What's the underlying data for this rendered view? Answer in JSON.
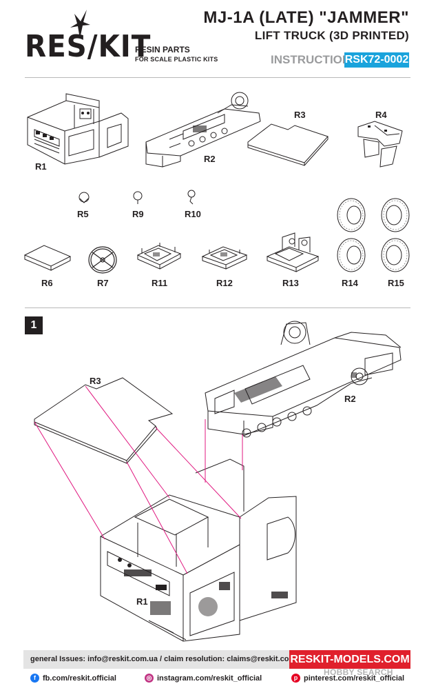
{
  "brand": {
    "logo_text": "RES/KIT",
    "subtitle_line1": "RESIN PARTS",
    "subtitle_line2": "FOR SCALE PLASTIC KITS"
  },
  "header": {
    "title_line1": "MJ-1A (LATE) \"JAMMER\"",
    "title_line2": "LIFT TRUCK (3D PRINTED)",
    "instruction_label": "INSTRUCTION",
    "code": "RSK72-0002"
  },
  "parts": {
    "r1": "R1",
    "r2": "R2",
    "r3": "R3",
    "r4": "R4",
    "r5": "R5",
    "r9": "R9",
    "r10": "R10",
    "r6": "R6",
    "r7": "R7",
    "r11": "R11",
    "r12": "R12",
    "r13": "R13",
    "r14": "R14",
    "r15": "R15"
  },
  "step": {
    "number": "1",
    "label_r3": "R3",
    "label_r2": "R2",
    "label_r1": "R1"
  },
  "footer": {
    "issues_text": "general Issues: info@reskit.com.ua / claim resolution: claims@reskit.com.ua",
    "website": "RESKIT-MODELS.COM",
    "facebook": "fb.com/reskit.official",
    "instagram": "instagram.com/reskit_official",
    "pinterest": "pinterest.com/reskit_official",
    "watermark": "HOBBY SEARCH"
  },
  "colors": {
    "accent_blue": "#1aa3dc",
    "footer_red": "#e0202c",
    "guide_magenta": "#e0177f",
    "ink": "#231f20"
  },
  "icons": [
    "jet-icon",
    "facebook-icon",
    "instagram-icon",
    "pinterest-icon"
  ]
}
